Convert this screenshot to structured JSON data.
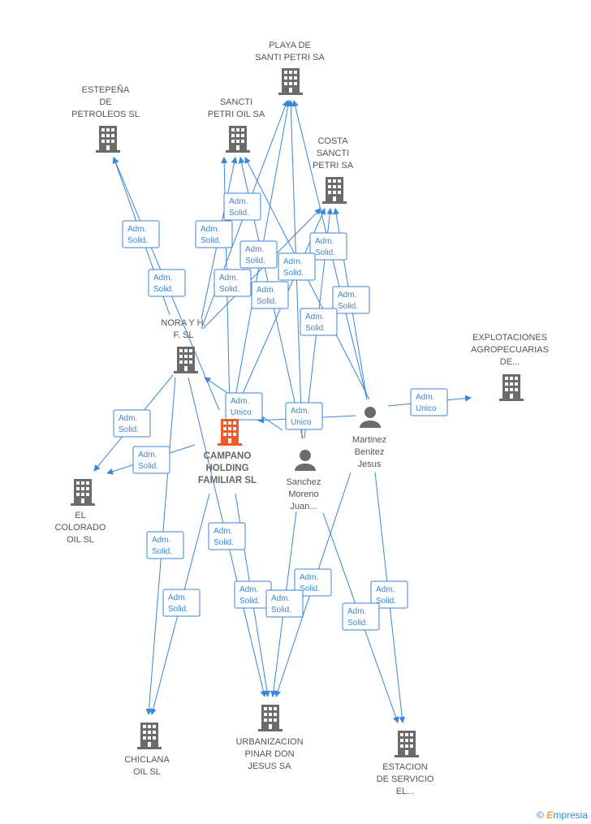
{
  "colors": {
    "edge": "#3a86d8",
    "company": "#6b6b6b",
    "main_company": "#ef5a2a",
    "person": "#6b6b6b"
  },
  "nodes": [
    {
      "id": "playa",
      "type": "company",
      "label": [
        "PLAYA DE",
        "SANTI PETRI SA"
      ]
    },
    {
      "id": "estepena",
      "type": "company",
      "label": [
        "ESTEPEÑA",
        "DE",
        "PETROLEOS  SL"
      ]
    },
    {
      "id": "sancti",
      "type": "company",
      "label": [
        "SANCTI",
        "PETRI OIL SA"
      ]
    },
    {
      "id": "costa",
      "type": "company",
      "label": [
        "COSTA",
        "SANCTI",
        "PETRI SA"
      ]
    },
    {
      "id": "nora",
      "type": "company",
      "label": [
        "NORA Y H.",
        "F.  SL"
      ]
    },
    {
      "id": "explot",
      "type": "company",
      "label": [
        "EXPLOTACIONES",
        "AGROPECUARIAS",
        "DE..."
      ]
    },
    {
      "id": "campano",
      "type": "main",
      "label": [
        "CAMPANO",
        "HOLDING",
        "FAMILIAR  SL"
      ]
    },
    {
      "id": "martinez",
      "type": "person",
      "label": [
        "Martinez",
        "Benitez",
        "Jesus"
      ]
    },
    {
      "id": "sanchez",
      "type": "person",
      "label": [
        "Sanchez",
        "Moreno",
        "Juan..."
      ]
    },
    {
      "id": "colorado",
      "type": "company",
      "label": [
        "EL",
        "COLORADO",
        "OIL  SL"
      ]
    },
    {
      "id": "chiclana",
      "type": "company",
      "label": [
        "CHICLANA",
        "OIL  SL"
      ]
    },
    {
      "id": "urban",
      "type": "company",
      "label": [
        "URBANIZACION",
        "PINAR DON",
        "JESUS SA"
      ]
    },
    {
      "id": "estacion",
      "type": "company",
      "label": [
        "ESTACION",
        "DE SERVICIO",
        "EL..."
      ]
    }
  ],
  "roles": [
    [
      "Adm.",
      "Solid."
    ],
    [
      "Adm.",
      "Unico"
    ]
  ],
  "footer": {
    "copyright": "©",
    "brand_initial": "E",
    "brand_rest": "mpresia"
  }
}
